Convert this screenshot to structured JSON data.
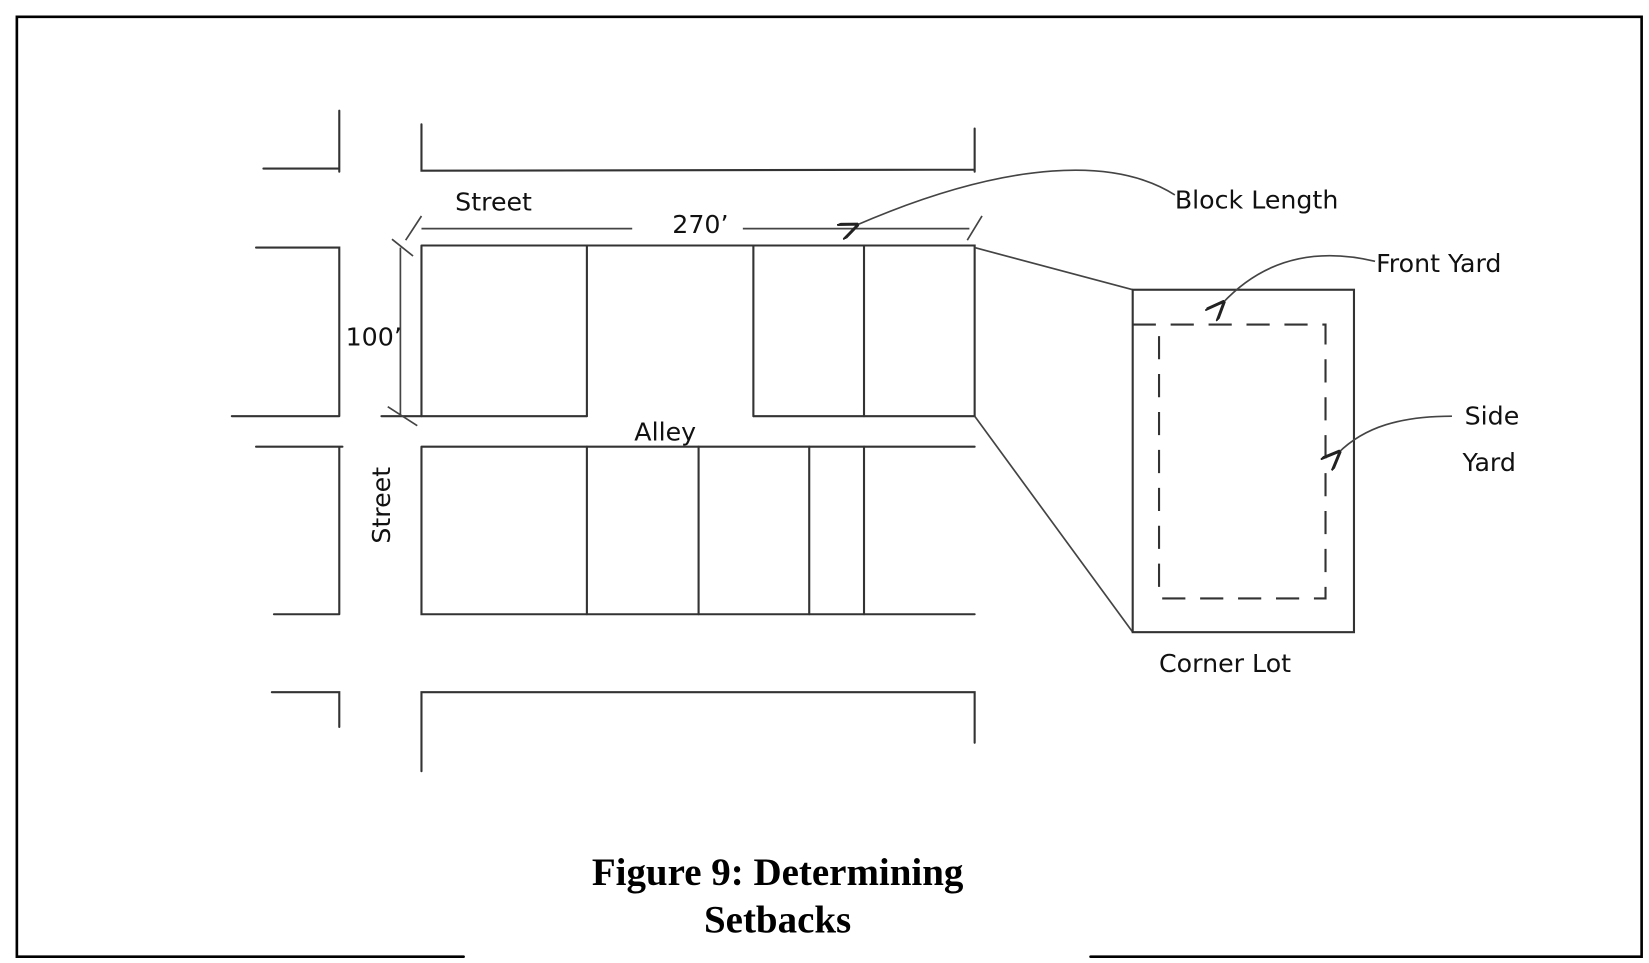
{
  "labels": {
    "street_top": "Street",
    "block_length_dim": "270’",
    "block_depth_dim": "100’",
    "alley": "Alley",
    "street_side": "Street",
    "block_length": "Block Length",
    "front_yard": "Front Yard",
    "side_yard_line1": "Side",
    "side_yard_line2": "Yard",
    "corner_lot": "Corner Lot"
  },
  "caption": {
    "line1": "Figure 9: Determining",
    "line2": "Setbacks"
  }
}
